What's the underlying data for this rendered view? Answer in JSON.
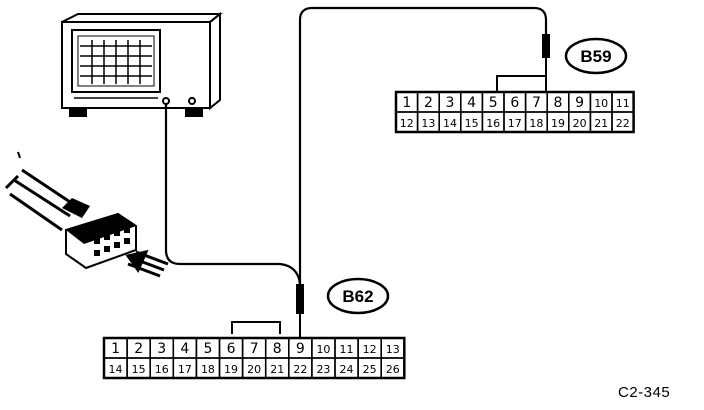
{
  "connectors": [
    {
      "id": "B59",
      "label": "B59",
      "row1": [
        "1",
        "2",
        "3",
        "4",
        "5",
        "6",
        "7",
        "8",
        "9",
        "10",
        "11"
      ],
      "row2": [
        "12",
        "13",
        "14",
        "15",
        "16",
        "17",
        "18",
        "19",
        "20",
        "21",
        "22"
      ]
    },
    {
      "id": "B62",
      "label": "B62",
      "row1": [
        "1",
        "2",
        "3",
        "4",
        "5",
        "6",
        "7",
        "8",
        "9",
        "10",
        "11",
        "12",
        "13"
      ],
      "row2": [
        "14",
        "15",
        "16",
        "17",
        "18",
        "19",
        "20",
        "21",
        "22",
        "23",
        "24",
        "25",
        "26"
      ]
    }
  ],
  "figure_ref": "C2-345"
}
